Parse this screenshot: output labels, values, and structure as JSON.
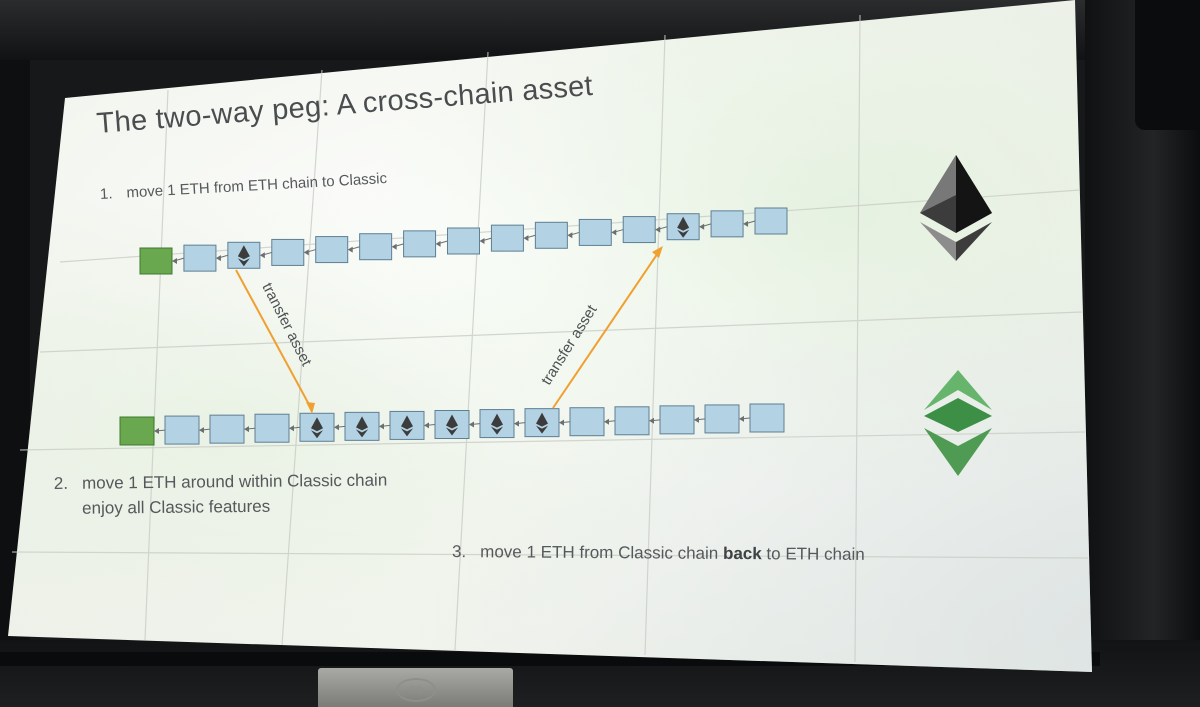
{
  "slide": {
    "title": "The two-way peg: A cross-chain asset",
    "step1": {
      "number": "1.",
      "text": "move 1 ETH from ETH chain to Classic"
    },
    "step2": {
      "number": "2.",
      "line1": "move 1 ETH around within Classic chain",
      "line2": "enjoy all Classic features"
    },
    "step3": {
      "number": "3.",
      "before": "move 1 ETH from Classic chain ",
      "bold": "back",
      "after": " to ETH chain"
    },
    "arrow_label_left": "transfer asset",
    "arrow_label_right": "transfer asset"
  },
  "colors": {
    "block_fill": "#b3d2e4",
    "block_stroke": "#5f7f93",
    "genesis_fill": "#6aa84f",
    "arrow": "#f0a030",
    "eth_dark": "#3c3c3d",
    "etc_green": "#4f9b54"
  },
  "icons": {
    "eth_logo": "ethereum-logo-icon",
    "etc_logo": "ethereum-classic-logo-icon",
    "block_eth": "ether-diamond-icon"
  }
}
